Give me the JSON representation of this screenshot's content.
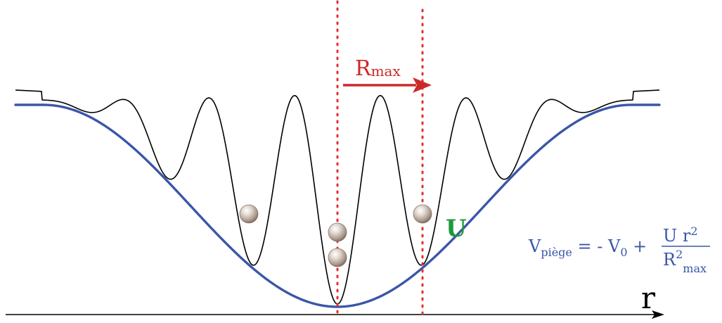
{
  "labels": {
    "rmax_main": "R",
    "rmax_sub": "max",
    "u_label": "U",
    "axis_label": "r",
    "formula": {
      "v_main": "V",
      "v_sub": "piège",
      "equals_part": " = - V",
      "v0_sub": "0",
      "plus": " + ",
      "numerator": "U r",
      "num_sup": "2",
      "denominator": "R",
      "den_sup": "2",
      "den_sub": "max"
    }
  },
  "colors": {
    "trap": "#3a56a8",
    "lattice": "#000000",
    "dotted": "#e03030",
    "arrow": "#cc2a2a",
    "rmax_text": "#cc2a2a",
    "u_text": "#1e9a3c",
    "formula_text": "#3a56a8",
    "ball": "#b8aaa0"
  },
  "atoms": [
    "atom",
    "atom",
    "atom",
    "atom"
  ]
}
